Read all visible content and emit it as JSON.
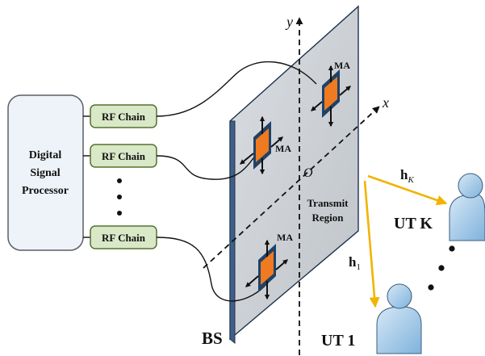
{
  "processor": {
    "line1": "Digital",
    "line2": "Signal",
    "line3": "Processor"
  },
  "rf_chains": [
    "RF Chain",
    "RF Chain",
    "RF Chain"
  ],
  "antenna_label": "MA",
  "axes": {
    "x": "x",
    "y": "y",
    "origin": "O"
  },
  "region": {
    "line1": "Transmit",
    "line2": "Region"
  },
  "bs_label": "BS",
  "users": {
    "user_k": "UT K",
    "user_1": "UT 1"
  },
  "channels": {
    "h_k": "h",
    "h_k_sub": "K",
    "h_1": "h",
    "h_1_sub": "1"
  },
  "colors": {
    "panel": "#cfd3d7",
    "panel_edge": "#1e3350",
    "rf_fill": "#d9e8c7",
    "rf_stroke": "#53722f",
    "processor_fill": "#eef3f9",
    "antenna_fill": "#ef7a1f",
    "antenna_border": "#1f4268",
    "arrow": "#f2b300",
    "user_fill": "#a9cce8"
  }
}
